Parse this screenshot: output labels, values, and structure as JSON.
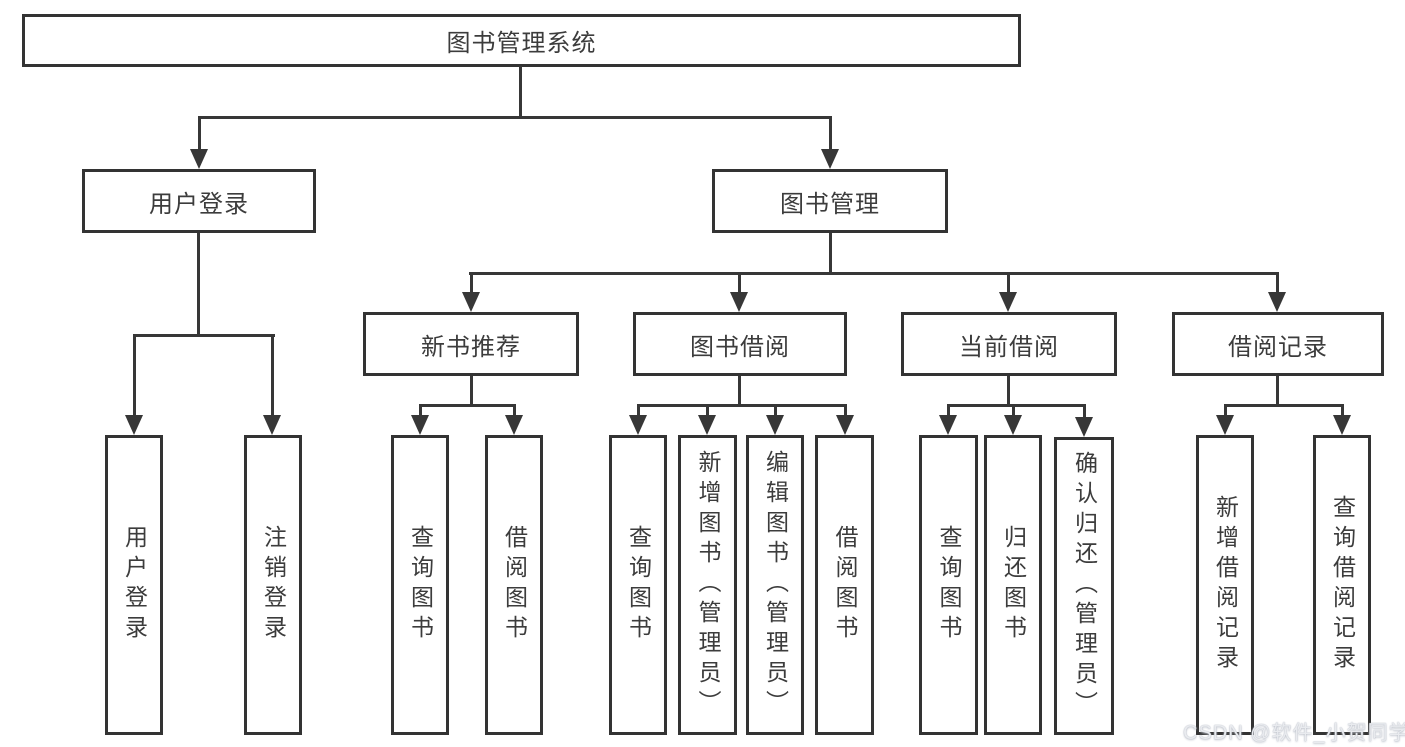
{
  "diagram": {
    "type": "hierarchy-tree",
    "root": "图书管理系统",
    "level2": [
      "用户登录",
      "图书管理"
    ],
    "level3": [
      "新书推荐",
      "图书借阅",
      "当前借阅",
      "借阅记录"
    ],
    "leaves": [
      "用户登录",
      "注销登录",
      "查询图书",
      "借阅图书",
      "查询图书",
      "新增图书（管理员）",
      "编辑图书（管理员）",
      "借阅图书",
      "查询图书",
      "归还图书",
      "确认归还（管理员）",
      "新增借阅记录",
      "查询借阅记录"
    ],
    "edges": {
      "图书管理系统": [
        "用户登录",
        "图书管理"
      ],
      "用户登录": [
        "用户登录",
        "注销登录"
      ],
      "图书管理": [
        "新书推荐",
        "图书借阅",
        "当前借阅",
        "借阅记录"
      ],
      "新书推荐": [
        "查询图书",
        "借阅图书"
      ],
      "图书借阅": [
        "查询图书",
        "新增图书（管理员）",
        "编辑图书（管理员）",
        "借阅图书"
      ],
      "当前借阅": [
        "查询图书",
        "归还图书",
        "确认归还（管理员）"
      ],
      "借阅记录": [
        "新增借阅记录",
        "查询借阅记录"
      ]
    }
  },
  "colors": {
    "background": "#ffffff",
    "box_border": "#333333",
    "line": "#373737",
    "text": "#3c3c3c",
    "watermark_text": "#e9ebef"
  },
  "watermark": "CSDN @软件_小贺同学"
}
